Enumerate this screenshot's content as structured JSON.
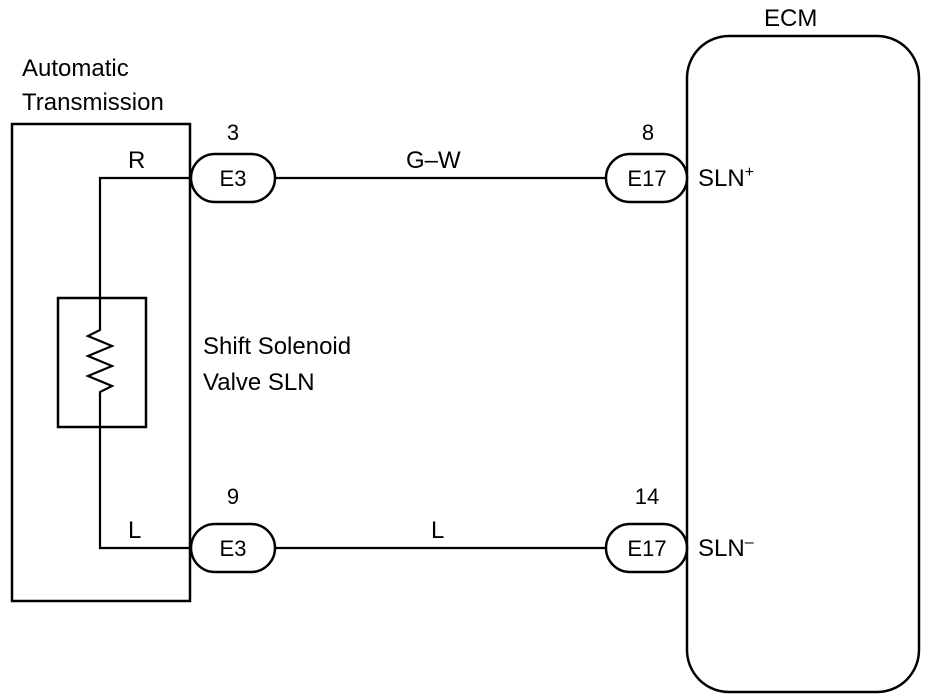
{
  "at_label_line1": "Automatic",
  "at_label_line2": "Transmission",
  "ecm_label": "ECM",
  "solenoid_label_line1": "Shift Solenoid",
  "solenoid_label_line2": "Valve SLN",
  "wire_top": {
    "left_color": "R",
    "mid_color": "G–W"
  },
  "wire_bottom": {
    "left_color": "L",
    "mid_color": "L"
  },
  "connectors": {
    "top_left": {
      "name": "E3",
      "pin": "3"
    },
    "top_right": {
      "name": "E17",
      "pin": "8"
    },
    "bottom_left": {
      "name": "E3",
      "pin": "9"
    },
    "bottom_right": {
      "name": "E17",
      "pin": "14"
    }
  },
  "ecm_terminals": {
    "top": {
      "base": "SLN",
      "sign": "+"
    },
    "bottom": {
      "base": "SLN",
      "sign": "–"
    }
  }
}
